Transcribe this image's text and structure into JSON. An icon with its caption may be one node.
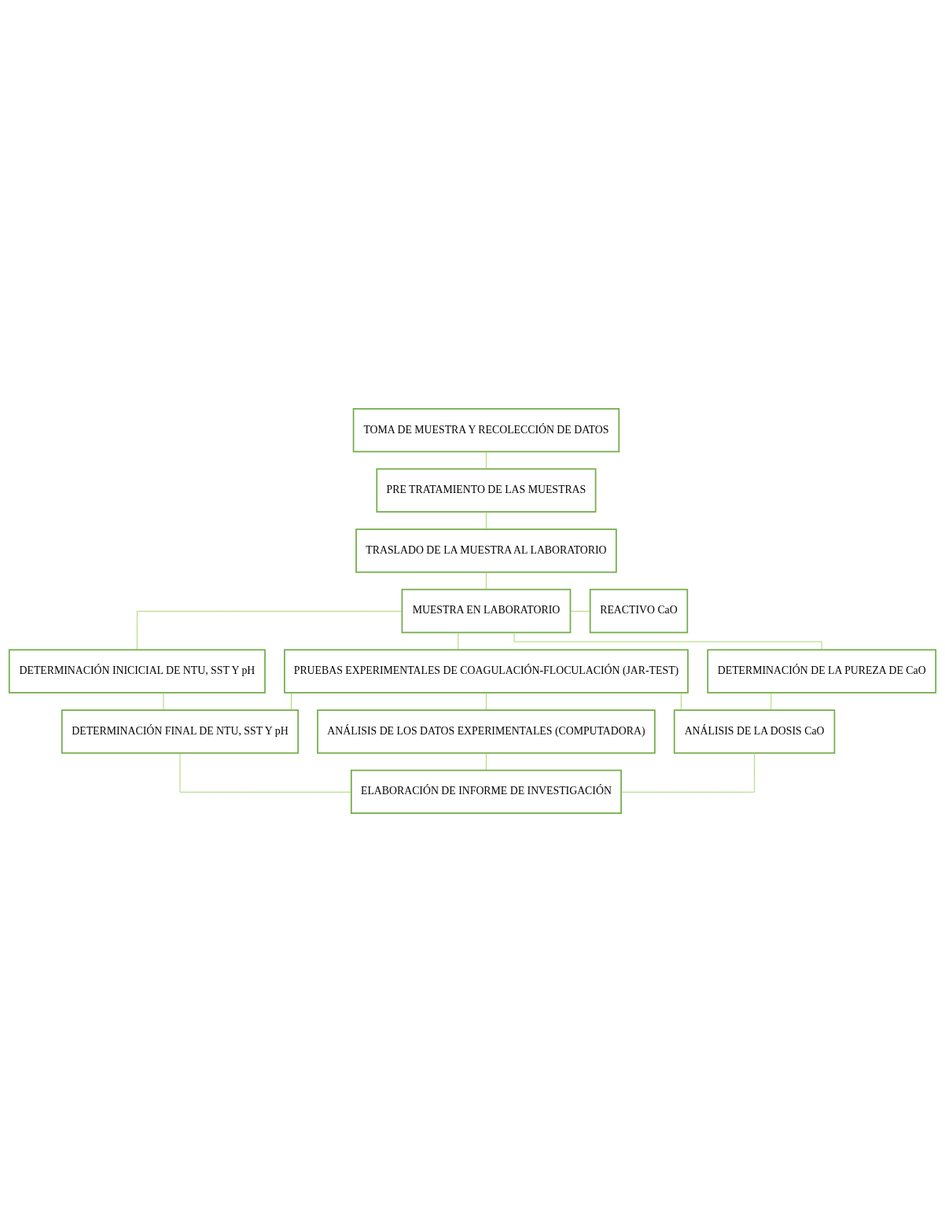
{
  "diagram": {
    "nodes": [
      {
        "text": [
          "TOMA DE MUESTRA Y RECOLECCIÓN DE DATOS"
        ]
      },
      {
        "text": [
          "PRE TRATAMIENTO DE LAS MUESTRAS"
        ]
      },
      {
        "text": [
          "TRASLADO DE LA MUESTRA AL LABORATORIO"
        ]
      },
      {
        "text": [
          "MUESTRA EN LABORATORIO"
        ]
      },
      {
        "text": [
          "REACTIVO CaO"
        ]
      },
      {
        "text": [
          "DETERMINACIÓN INICICIAL DE NTU, SST Y pH"
        ]
      },
      {
        "text": [
          "DETERMINACIÓN DE LA PUREZA DE CaO"
        ]
      },
      {
        "text": [
          "PRUEBAS EXPERIMENTALES DE COAGULACIÓN-FLOCULACIÓN (JAR-TEST)"
        ]
      },
      {
        "text": [
          "DETERMINACIÓN FINAL DE NTU, SST Y pH"
        ]
      },
      {
        "text": [
          "ANÁLISIS DE LA DOSIS CaO"
        ]
      },
      {
        "text": [
          "ANÁLISIS DE LOS DATOS EXPERIMENTALES (COMPUTADORA)"
        ]
      },
      {
        "text": [
          "ELABORACIÓN DE INFORME DE INVESTIGACIÓN"
        ]
      }
    ],
    "edges": [
      {
        "from": 0,
        "to": 1,
        "arrow": "none"
      },
      {
        "from": 1,
        "to": 2,
        "arrow": "none"
      },
      {
        "from": 2,
        "to": 3,
        "arrow": "none"
      },
      {
        "from": 3,
        "to": 4,
        "arrow": "none"
      },
      {
        "from": 3,
        "to": 5,
        "arrow": "none"
      },
      {
        "from": 3,
        "to": 6,
        "arrow": "none"
      },
      {
        "from": 3,
        "to": 7,
        "arrow": "none"
      },
      {
        "from": 5,
        "to": 8,
        "arrow": "none"
      },
      {
        "from": 6,
        "to": 9,
        "arrow": "none"
      },
      {
        "from": 7,
        "to": 8,
        "arrow": "none"
      },
      {
        "from": 7,
        "to": 9,
        "arrow": "none"
      },
      {
        "from": 7,
        "to": 10,
        "arrow": "none"
      },
      {
        "from": 10,
        "to": 11,
        "arrow": "none"
      },
      {
        "from": 8,
        "to": 11,
        "arrow": "none"
      },
      {
        "from": 9,
        "to": 11,
        "arrow": "none"
      }
    ]
  }
}
